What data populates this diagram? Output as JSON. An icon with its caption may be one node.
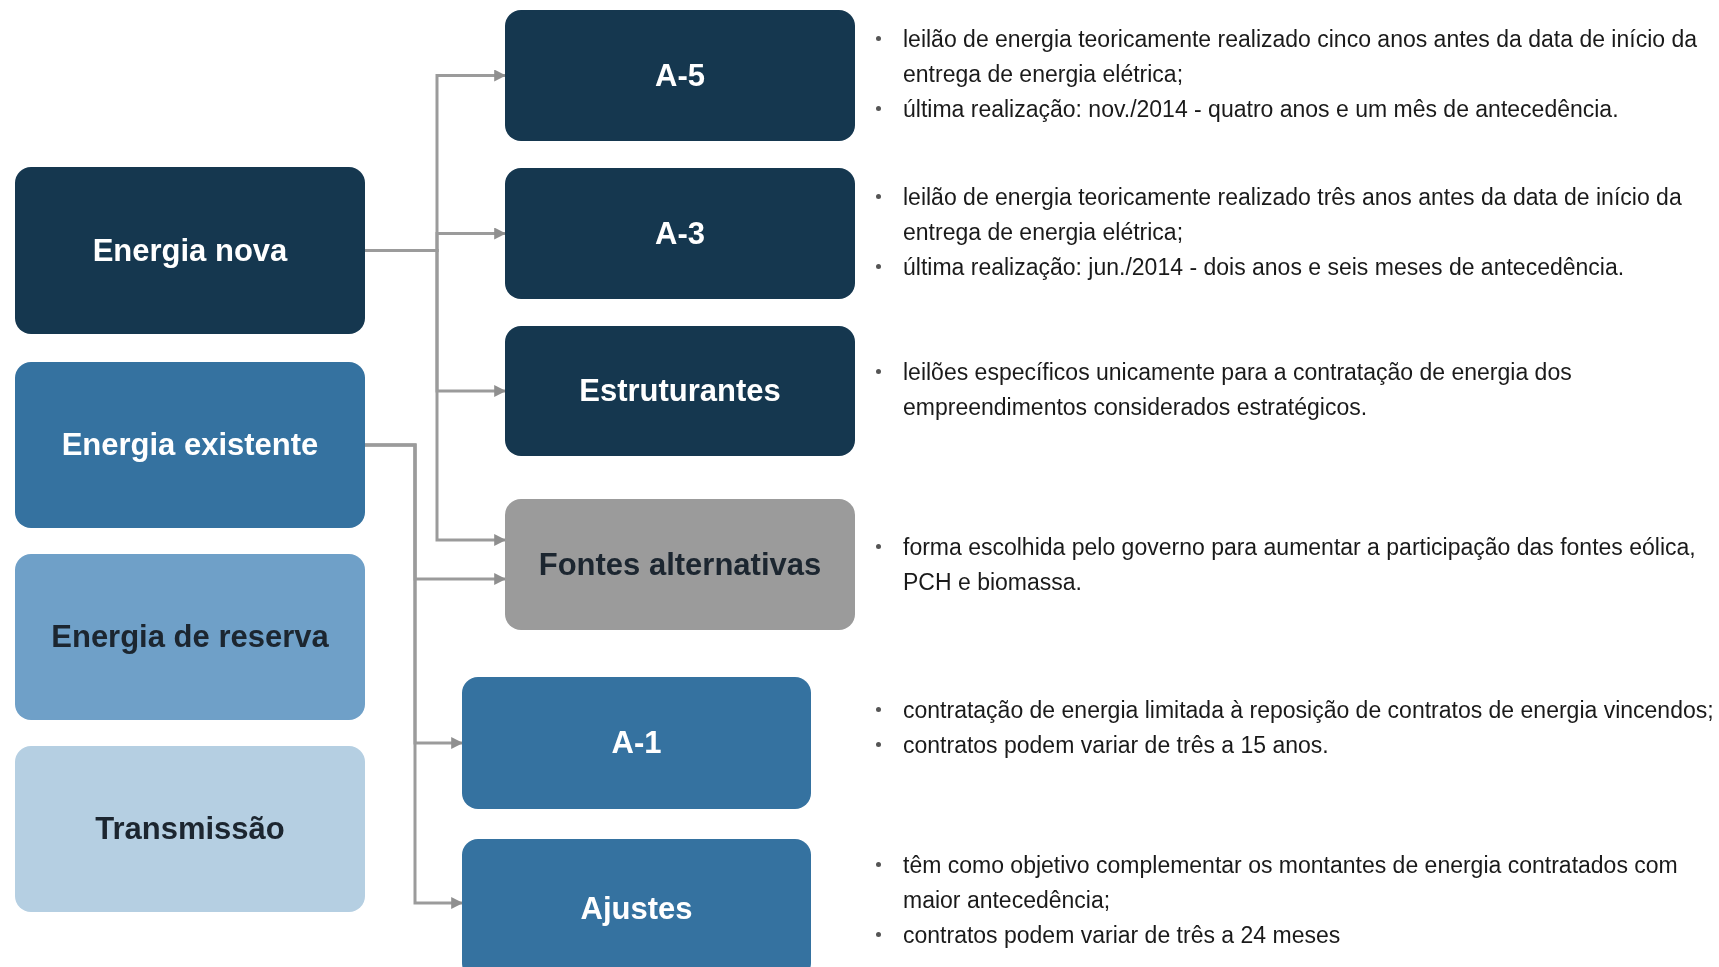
{
  "diagram": {
    "nodes": [
      {
        "text": [
          "Energia nova"
        ]
      },
      {
        "text": [
          "Energia existente"
        ]
      },
      {
        "text": [
          "Energia de reserva"
        ]
      },
      {
        "text": [
          "Transmissão"
        ]
      },
      {
        "text": [
          "A-5"
        ],
        "beside": [
          "leilão de energia teoricamente realizado cinco anos antes da data de início da entrega de energia elétrica;",
          "última realização: nov./2014 - quatro anos e um mês de antecedência."
        ]
      },
      {
        "text": [
          "A-3"
        ],
        "beside": [
          "leilão de energia teoricamente realizado três anos antes da data de início da entrega de energia elétrica;",
          "última realização: jun./2014 - dois anos e seis meses de antecedência."
        ]
      },
      {
        "text": [
          "Estruturantes"
        ],
        "beside": [
          "leilões específicos unicamente para a contratação de energia dos empreendimentos considerados estratégicos."
        ]
      },
      {
        "text": [
          "Fontes alternativas"
        ],
        "beside": [
          "forma escolhida pelo governo para aumentar a participação das fontes eólica, PCH e biomassa."
        ]
      },
      {
        "text": [
          "A-1"
        ],
        "beside": [
          "contratação de energia limitada à reposição de contratos de energia vincendos;",
          "contratos podem variar de três a 15 anos."
        ]
      },
      {
        "text": [
          "Ajustes"
        ],
        "beside": [
          "têm como objetivo complementar os montantes de energia contratados com maior antecedência;",
          "contratos podem variar de três a 24 meses"
        ]
      }
    ],
    "edges": [
      {
        "from": 0,
        "to": 4,
        "arrow": "to"
      },
      {
        "from": 0,
        "to": 5,
        "arrow": "to"
      },
      {
        "from": 0,
        "to": 6,
        "arrow": "to"
      },
      {
        "from": 0,
        "to": 7,
        "arrow": "to"
      },
      {
        "from": 1,
        "to": 7,
        "arrow": "to"
      },
      {
        "from": 1,
        "to": 8,
        "arrow": "to"
      },
      {
        "from": 1,
        "to": 9,
        "arrow": "to"
      }
    ]
  }
}
